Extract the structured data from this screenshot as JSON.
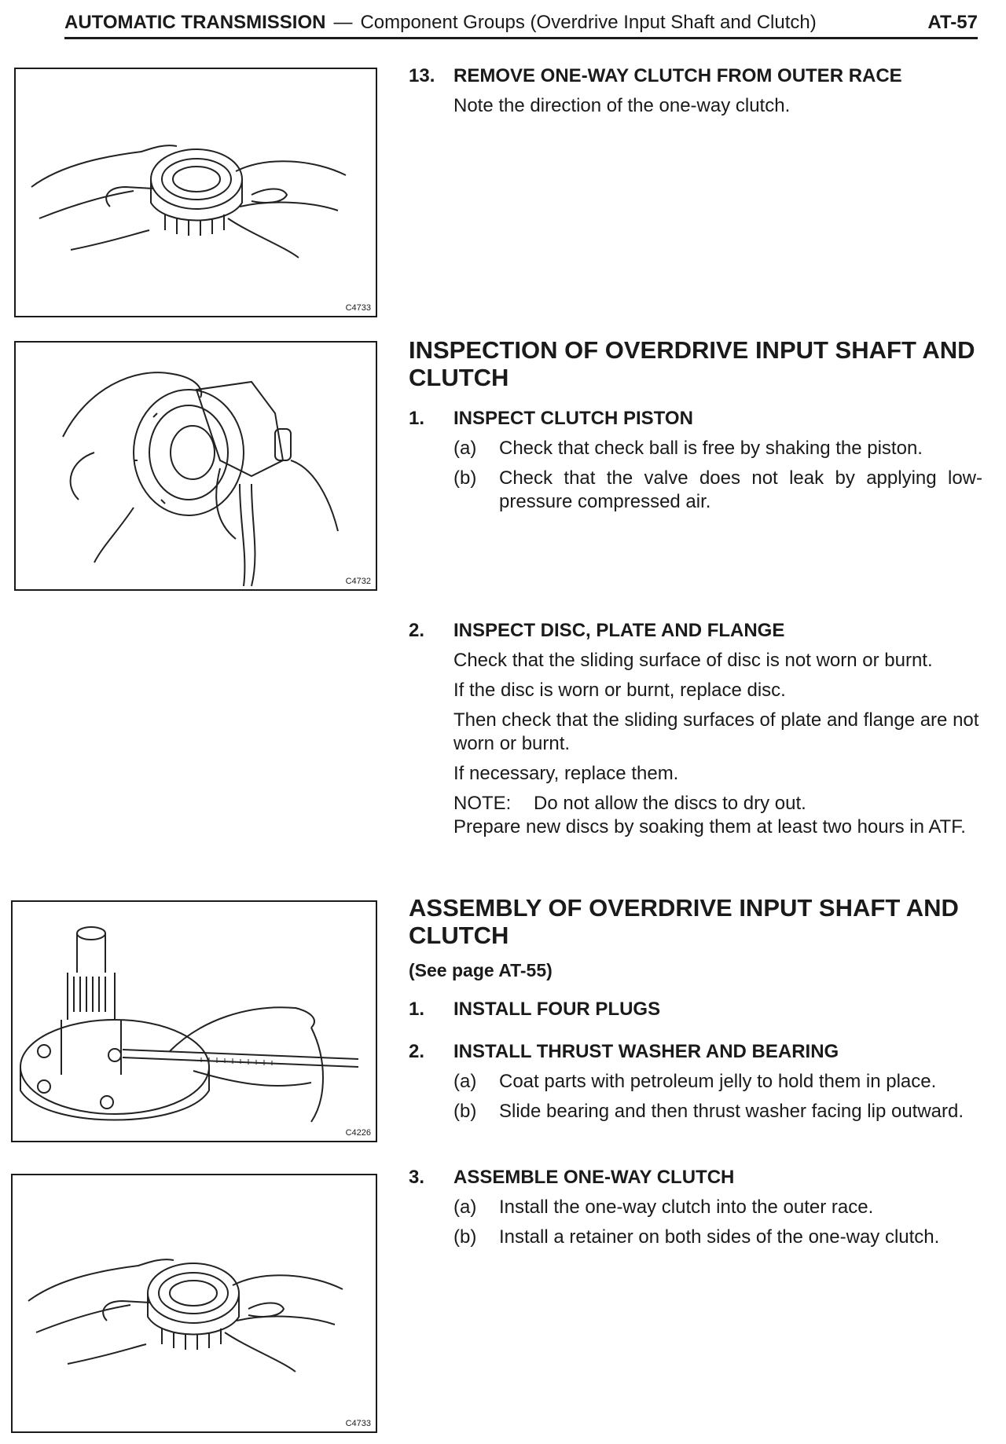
{
  "header": {
    "section": "AUTOMATIC TRANSMISSION",
    "dash": "—",
    "subtitle": "Component Groups (Overdrive Input Shaft and Clutch)",
    "page": "AT-57"
  },
  "figures": [
    {
      "code": "C4733",
      "icon": "one-way-clutch-removal-illustration"
    },
    {
      "code": "C4732",
      "icon": "clutch-piston-air-test-illustration"
    },
    {
      "code": "C4226",
      "icon": "plug-installation-illustration"
    },
    {
      "code": "C4733",
      "icon": "one-way-clutch-assembly-illustration"
    }
  ],
  "step13": {
    "num": "13.",
    "title": "REMOVE ONE-WAY CLUTCH FROM OUTER RACE",
    "text": "Note the direction of the one-way clutch."
  },
  "inspection": {
    "heading": "INSPECTION OF OVERDRIVE INPUT SHAFT AND CLUTCH",
    "steps": [
      {
        "num": "1.",
        "title": "INSPECT CLUTCH PISTON",
        "items": [
          {
            "letter": "(a)",
            "text": "Check that check ball is free by shaking the piston."
          },
          {
            "letter": "(b)",
            "text": "Check that the valve does not leak by applying low-pressure compressed air."
          }
        ]
      },
      {
        "num": "2.",
        "title": "INSPECT DISC, PLATE AND FLANGE",
        "paras": [
          "Check that the sliding surface of disc is not worn or burnt.",
          "If the disc is worn or burnt, replace disc.",
          "Then check that the sliding surfaces of plate and flange are not worn or burnt.",
          "If necessary, replace them."
        ],
        "note_label": "NOTE:",
        "note_text": "Do not allow the discs to dry out.",
        "note_cont": "Prepare new discs by soaking them at least two hours in ATF."
      }
    ]
  },
  "assembly": {
    "heading": "ASSEMBLY OF OVERDRIVE INPUT SHAFT AND CLUTCH",
    "ref": "(See page AT-55)",
    "steps": [
      {
        "num": "1.",
        "title": "INSTALL FOUR PLUGS"
      },
      {
        "num": "2.",
        "title": "INSTALL THRUST WASHER AND BEARING",
        "items": [
          {
            "letter": "(a)",
            "text": "Coat parts with petroleum jelly to hold them in place."
          },
          {
            "letter": "(b)",
            "text": "Slide bearing and then thrust washer facing lip outward."
          }
        ]
      },
      {
        "num": "3.",
        "title": "ASSEMBLE ONE-WAY CLUTCH",
        "items": [
          {
            "letter": "(a)",
            "text": "Install the one-way clutch into the outer race."
          },
          {
            "letter": "(b)",
            "text": "Install a retainer on both sides of the one-way clutch."
          }
        ]
      }
    ]
  }
}
